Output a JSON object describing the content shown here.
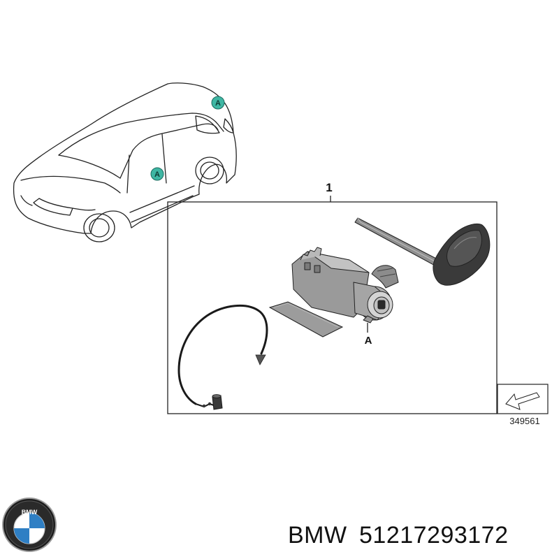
{
  "diagram": {
    "callout_kit": "1",
    "callout_location": "A",
    "car_badges": [
      "A",
      "A"
    ],
    "reference_number": "349561"
  },
  "footer": {
    "brand": "BMW",
    "part_number": "51217293172",
    "logo_text": "BMW"
  },
  "colors": {
    "badge_fill": "#3fb6a3",
    "line": "#222222",
    "part_grey": "#8a8a8a",
    "key_dark": "#3a3a3a",
    "logo_blue": "#2f7fc4"
  },
  "icons": [
    "car-outline-icon",
    "ignition-lock-icon",
    "emergency-key-icon",
    "gasket-plate-icon",
    "release-cable-icon",
    "view-direction-arrow-icon",
    "bmw-logo-icon"
  ]
}
